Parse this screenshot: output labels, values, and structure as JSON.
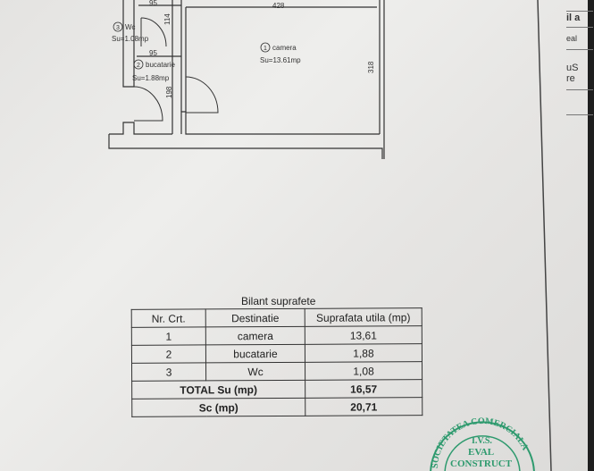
{
  "plan": {
    "dimensions": {
      "top_wc": "95",
      "top_camera": "428",
      "wc_height": "114",
      "bucatarie_width": "95",
      "bucatarie_height": "198",
      "camera_height": "318"
    },
    "rooms": [
      {
        "number": "1",
        "name": "camera",
        "area": "Su=13.61mp"
      },
      {
        "number": "2",
        "name": "bucatarie",
        "area": "Su=1.88mp"
      },
      {
        "number": "3",
        "name": "Wc",
        "area": "Su=1.08mp"
      }
    ]
  },
  "table": {
    "title": "Bilant suprafete",
    "headers": [
      "Nr. Crt.",
      "Destinatie",
      "Suprafata utila (mp)"
    ],
    "rows": [
      [
        "1",
        "camera",
        "13,61"
      ],
      [
        "2",
        "bucatarie",
        "1,88"
      ],
      [
        "3",
        "Wc",
        "1,08"
      ]
    ],
    "total_label": "TOTAL Su (mp)",
    "total_value": "16,57",
    "sc_label": "Sc (mp)",
    "sc_value": "20,71"
  },
  "side_fragments": [
    "il a",
    "eal",
    "uS",
    "re"
  ],
  "stamp": {
    "ring_text": "SOCIETATEA COMERCIALA",
    "line1": "I.V.S.",
    "line2": "EVAL",
    "line3": "CONSTRUCT",
    "color": "#2e9a6e"
  }
}
